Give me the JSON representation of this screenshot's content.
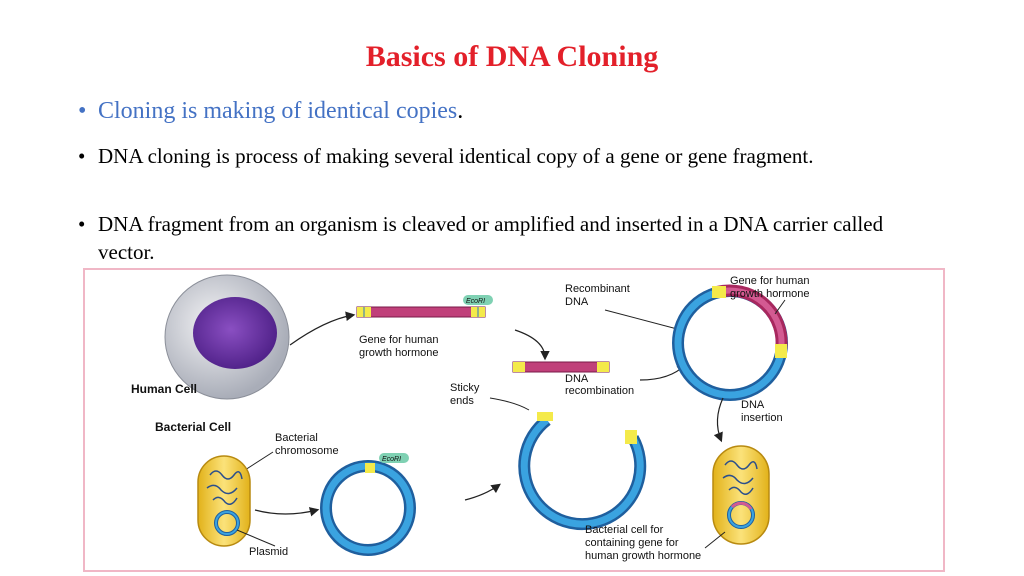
{
  "title": "Basics of DNA Cloning",
  "bullets": [
    {
      "bullet": "•",
      "text": "Cloning is making of identical copies",
      "suffix": "."
    },
    {
      "bullet": "•",
      "text": "DNA cloning is process of making several identical copy of a gene or gene fragment."
    },
    {
      "bullet": "•",
      "text": "DNA fragment from an organism is cleaved or amplified and inserted in a DNA carrier called vector."
    }
  ],
  "diagram": {
    "human_cell": "Human Cell",
    "bacterial_cell": "Bacterial Cell",
    "bacterial_chromosome_1": "Bacterial",
    "bacterial_chromosome_2": "chromosome",
    "plasmid": "Plasmid",
    "ecori_1": "EcoRI",
    "ecori_2": "EcoRI",
    "gene_label_1": "Gene for human",
    "gene_label_2": "growth hormone",
    "sticky_1": "Sticky",
    "sticky_2": "ends",
    "recombinant_1": "Recombinant",
    "recombinant_2": "DNA",
    "dna_recomb_1": "DNA",
    "dna_recomb_2": "recombination",
    "gene_label_3": "Gene for human",
    "gene_label_4": "growth hormone",
    "dna_insert_1": "DNA",
    "dna_insert_2": "insertion",
    "result_1": "Bacterial cell for",
    "result_2": "containing gene for",
    "result_3": "human growth hormone"
  },
  "colors": {
    "title": "#e3202a",
    "bullet1": "#4472c4",
    "plasmid": "#2a78c2",
    "gene": "#b0306a",
    "cell": "#f0cc3a"
  }
}
